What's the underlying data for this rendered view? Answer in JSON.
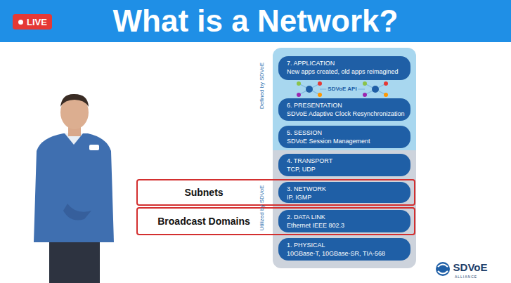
{
  "diagram": {
    "title": "What is a Network?",
    "nodes": [
      {
        "text": [
          "LIVE"
        ]
      },
      {
        "text": [
          "7. APPLICATION",
          "New apps created, old apps reimagined"
        ]
      },
      {
        "text": [
          "6. PRESENTATION",
          "SDVoE Adaptive Clock Resynchronization"
        ]
      },
      {
        "text": [
          "5. SESSION",
          "SDVoE Session Management"
        ]
      },
      {
        "text": [
          "4. TRANSPORT",
          "TCP, UDP"
        ]
      },
      {
        "text": [
          "Subnets"
        ]
      },
      {
        "text": [
          "3. NETWORK",
          "IP, IGMP"
        ]
      },
      {
        "text": [
          "Broadcast Domains"
        ]
      },
      {
        "text": [
          "2. DATA LINK",
          "Ethernet IEEE 802.3"
        ]
      },
      {
        "text": [
          "1. PHYSICAL",
          "10GBase-T, 10GBase-SR, TIA-568"
        ]
      }
    ],
    "labels": [
      "Defined by SDVoE",
      "SDVoE API",
      "Utilized by SDVoE",
      "SDVoE",
      "ALLIANCE"
    ]
  }
}
